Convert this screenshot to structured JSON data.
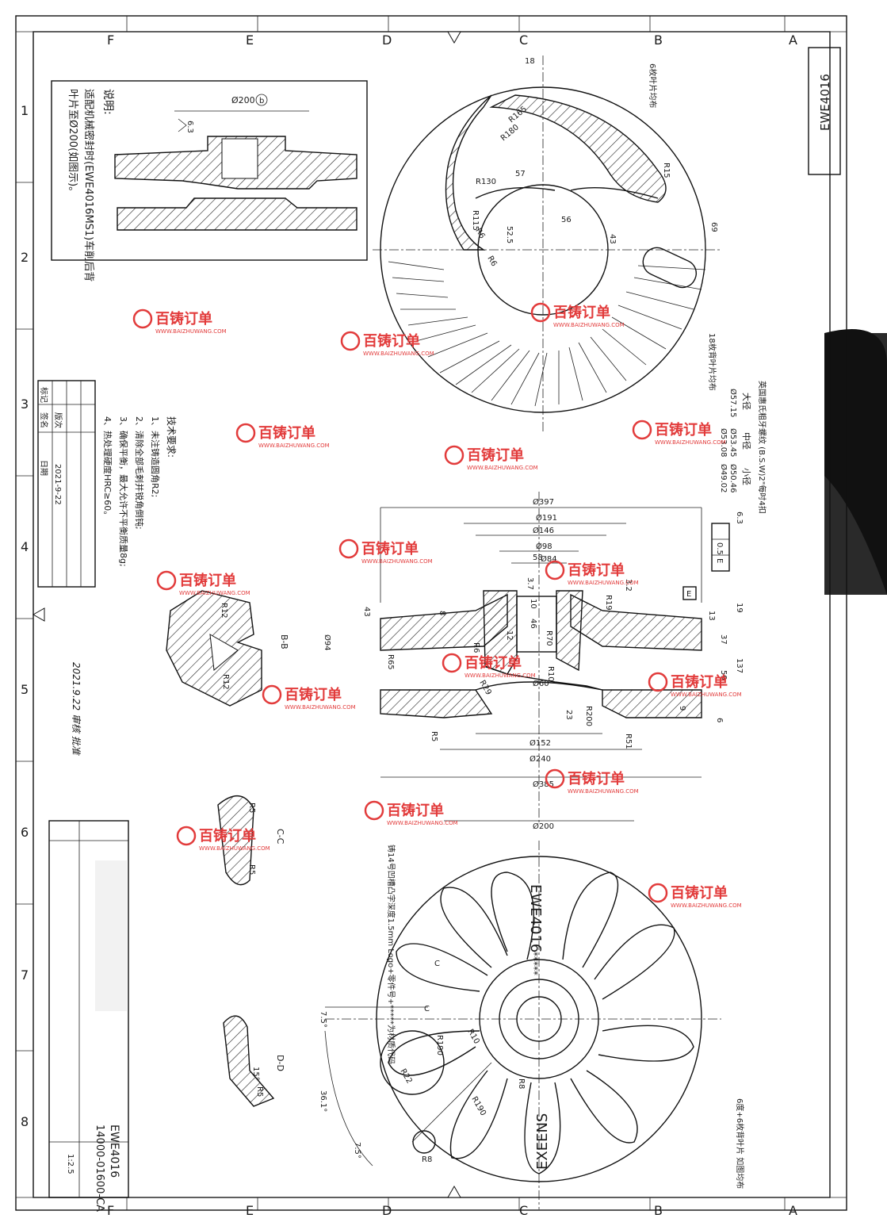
{
  "zones_letters": [
    "A",
    "B",
    "C",
    "D",
    "E",
    "F"
  ],
  "zones_numbers": [
    "1",
    "2",
    "3",
    "4",
    "5",
    "6",
    "7",
    "8"
  ],
  "title_block": {
    "drawing_no_top": "EWE4016",
    "drawing_no_bottom": "EWE4016",
    "part_code": "14000-01600-CA",
    "scale_label": "1:2.5",
    "stamp_label": "标记",
    "sign_label": "签名",
    "date_label": "日期",
    "revision": "版次",
    "rev_date": "2021-9-22"
  },
  "note_box": {
    "title": "说明:",
    "line1": "适配机械密封时(EWE4016MS1)车削后背",
    "line2": "叶片至Ø200(如图示)。",
    "dim_d200": "Ø200",
    "circle_b": "b",
    "roughness": "6.3"
  },
  "tech_req": {
    "title": "技术要求:",
    "items": [
      "1、未注铸造圆角R2;",
      "2、清除全部毛刺并锐角倒钝;",
      "3、确保平衡，最大允许不平衡质量8g;",
      "4、热处理硬度HRC≥60。"
    ]
  },
  "thread_table": {
    "title": "英国惠氏粗牙螺纹 (B.S.W)2\"每吋4扣",
    "headers": [
      "大径",
      "中径",
      "小径"
    ],
    "row1": [
      "Ø57.15",
      "Ø53.45",
      "Ø50.46"
    ],
    "row2": [
      "",
      "Ø53.08",
      "Ø49.02"
    ]
  },
  "top_view": {
    "note_top": "6枚叶片均布",
    "note_side": "18枚背叶片均布",
    "dims": [
      "18",
      "R165",
      "R180",
      "R130",
      "57",
      "R115",
      "52.5",
      "56",
      "43",
      "R15",
      "R6",
      "R5",
      "69",
      "R6"
    ]
  },
  "section": {
    "dims_d": [
      "Ø397",
      "Ø191",
      "Ø146",
      "Ø98",
      "Ø84",
      "Ø94",
      "Ø152",
      "Ø240",
      "Ø385",
      "Ø200",
      "Ø60"
    ],
    "dims_misc": [
      "58",
      "3.7",
      "10",
      "46",
      "12",
      "R70",
      "R10",
      "R6",
      "R65",
      "R29",
      "R200",
      "R51",
      "R5",
      "R19",
      "43",
      "94",
      "37",
      "59",
      "137",
      "13",
      "19",
      "9",
      "23",
      "6",
      "8",
      "3.2"
    ],
    "flatness": "0.5",
    "datum": "E",
    "roughness": "6.3"
  },
  "section_bb": {
    "label": "B-B",
    "r1": "R12",
    "r2": "R12"
  },
  "section_cc": {
    "label": "C-C",
    "r1": "R5",
    "r2": "R5"
  },
  "section_dd": {
    "label": "D-D",
    "r1": "R5",
    "ang": "15°"
  },
  "bottom_view": {
    "logo_text_a": "EWE4016",
    "logo_text_b": "EXEENS",
    "stars": "*****",
    "note_logo": "铸14号凹槽凸字深度1.5mm Logo+零件号+*****为材质代码",
    "note_vanes": "6度+6枚背叶片 如图均布",
    "dims": [
      "7.5°",
      "36.1°",
      "7.5°",
      "R190",
      "R190",
      "R10",
      "R22",
      "R8",
      "R8",
      "C",
      "C"
    ]
  },
  "signature": "2021.9.22 审核 批准",
  "watermark": {
    "brand": "百铸订单",
    "url": "WWW.BAIZHUWANG.COM"
  },
  "colors": {
    "watermark": "#e23b3b",
    "ink": "#111111"
  }
}
